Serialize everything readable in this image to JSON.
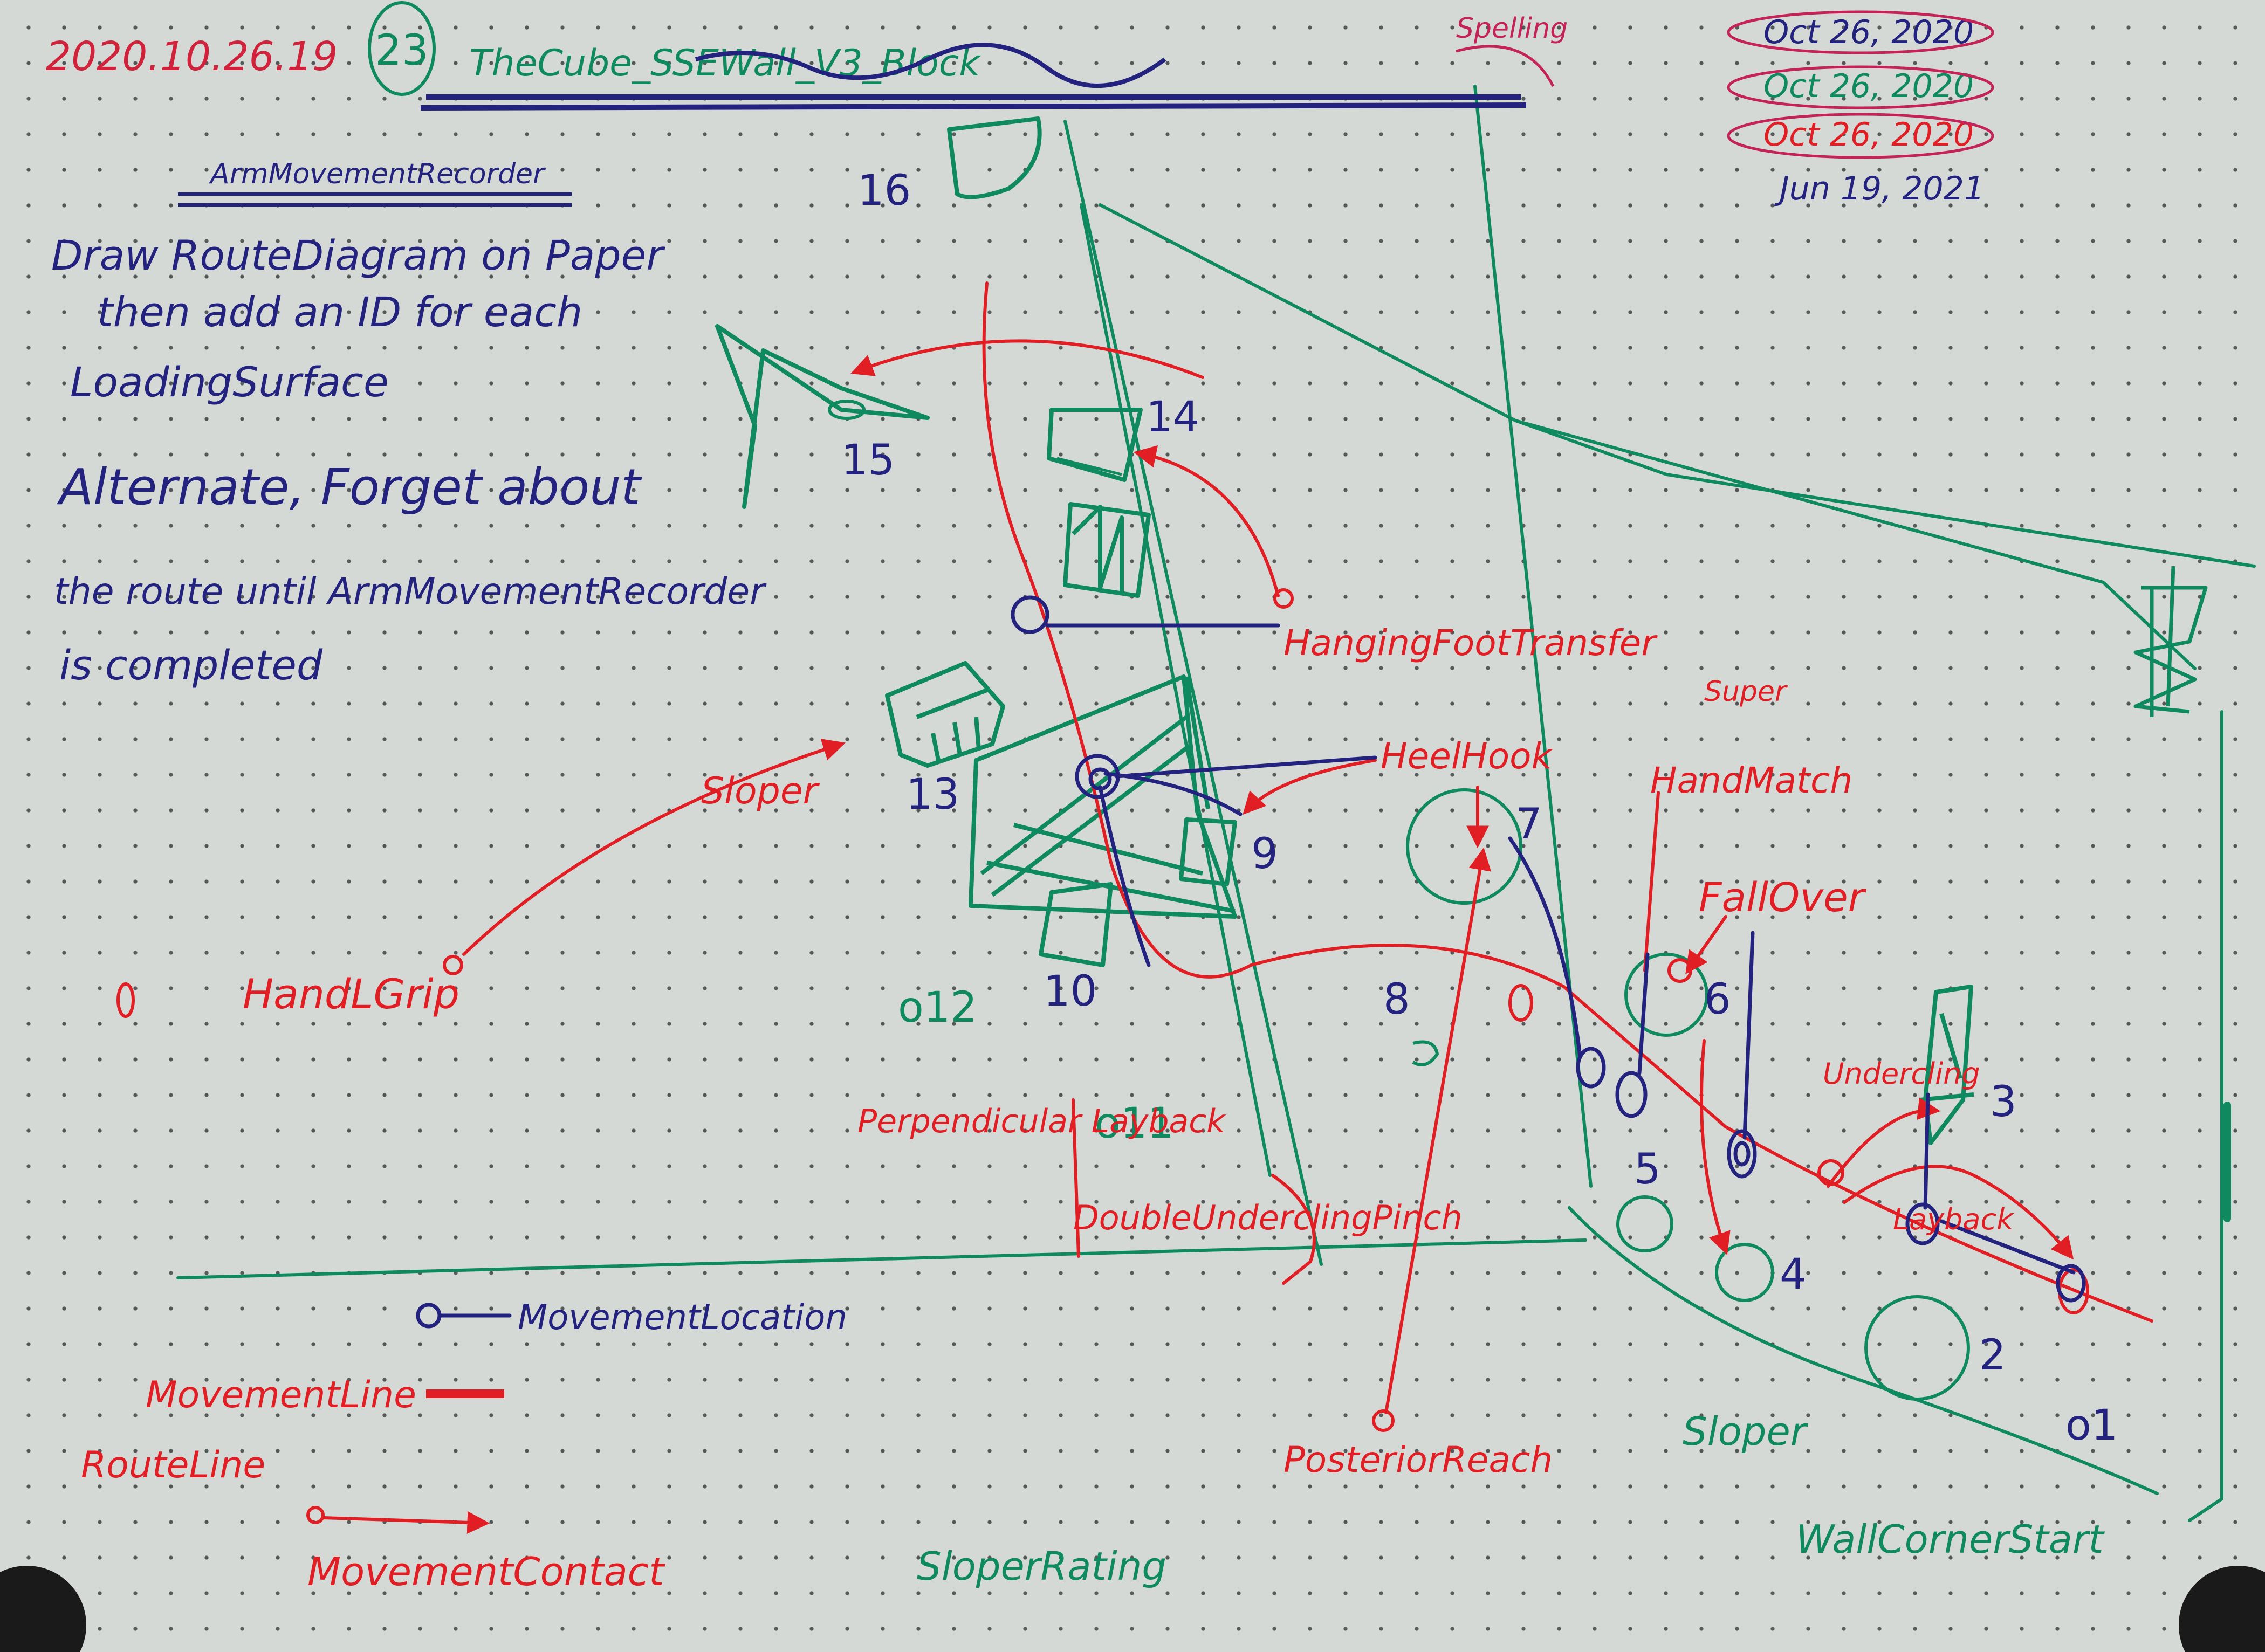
{
  "header": {
    "date_code": "2020.10.26.19",
    "page_number": "23",
    "title": "TheCube_SSEWall_V3_Block",
    "spelling_note": "Spelling",
    "dates": [
      "Oct 26, 2020",
      "Oct 26, 2020",
      "Oct 26, 2020",
      "Jun 19, 2021"
    ]
  },
  "notes": {
    "heading": "ArmMovementRecorder",
    "line1": "Draw RouteDiagram on Paper",
    "line2": "then add an ID for each",
    "line3": "LoadingSurface",
    "line4": "Alternate, Forget about",
    "line5": "the route until ArmMovementRecorder",
    "line6": "is completed"
  },
  "holds": [
    {
      "id": "16"
    },
    {
      "id": "15"
    },
    {
      "id": "14"
    },
    {
      "id": "13"
    },
    {
      "id": "9"
    },
    {
      "id": "10"
    },
    {
      "id": "o12"
    },
    {
      "id": "o11"
    },
    {
      "id": "8"
    },
    {
      "id": "7"
    },
    {
      "id": "6"
    },
    {
      "id": "5"
    },
    {
      "id": "4"
    },
    {
      "id": "3"
    },
    {
      "id": "2"
    },
    {
      "id": "o1"
    }
  ],
  "movements": {
    "hanging_foot_transfer": "HangingFootTransfer",
    "heel_hook": "HeelHook",
    "sloper_top": "Sloper",
    "hand_l_grip": "HandLGrip",
    "perpendicular_layback": "Perpendicular Layback",
    "double_undercling_pinch": "DoubleUnderclingPinch",
    "posterior_reach": "PosteriorReach",
    "hand_match": "HandMatch",
    "super": "Super",
    "fall_over": "FallOver",
    "undercling": "Undercling",
    "layback": "Layback"
  },
  "surfaces": {
    "sloper": "Sloper",
    "sloper_rating": "SloperRating",
    "wall_corner_start": "WallCornerStart"
  },
  "legend": {
    "movement_location": "MovementLocation",
    "movement_line": "MovementLine",
    "route_line": "RouteLine",
    "movement_contact": "MovementContact"
  },
  "colors": {
    "red": "#e01e24",
    "green": "#0f8a60",
    "blue": "#23227e",
    "magenta": "#c4235a",
    "paper": "#d5d9d6"
  }
}
